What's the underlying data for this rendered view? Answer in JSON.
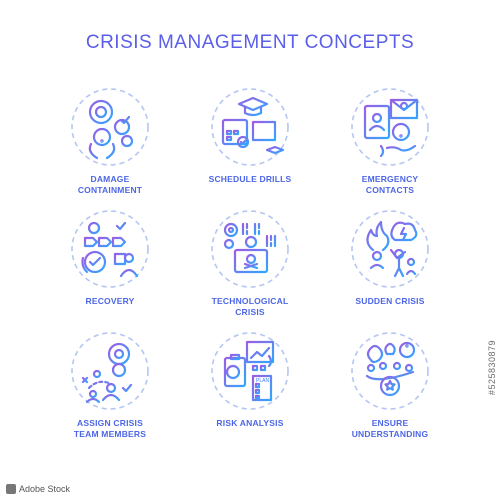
{
  "title": "CRISIS MANAGEMENT CONCEPTS",
  "colors": {
    "gradient_start": "#9b5de5",
    "gradient_end": "#3aa0ff",
    "label": "#4c66e6",
    "ring": "#b6c6f2"
  },
  "icons": [
    {
      "icon": "target-gears-alert-icon",
      "label_line1": "DAMAGE",
      "label_line2": "CONTAINMENT"
    },
    {
      "icon": "calendar-graduation-board-icon",
      "label_line1": "SCHEDULE DRILLS",
      "label_line2": ""
    },
    {
      "icon": "contact-book-envelope-icon",
      "label_line1": "EMERGENCY",
      "label_line2": "CONTACTS"
    },
    {
      "icon": "recovery-process-icon",
      "label_line1": "RECOVERY",
      "label_line2": ""
    },
    {
      "icon": "computer-virus-icon",
      "label_line1": "TECHNOLOGICAL",
      "label_line2": "CRISIS"
    },
    {
      "icon": "fire-lightning-people-icon",
      "label_line1": "SUDDEN CRISIS",
      "label_line2": ""
    },
    {
      "icon": "team-strategy-icon",
      "label_line1": "ASSIGN CRISIS",
      "label_line2": "TEAM MEMBERS"
    },
    {
      "icon": "risk-plan-chart-icon",
      "label_line1": "RISK ANALYSIS",
      "label_line2": ""
    },
    {
      "icon": "people-idea-badge-icon",
      "label_line1": "ENSURE",
      "label_line2": "UNDERSTANDING"
    }
  ],
  "stock": {
    "id": "#525830879",
    "brand": "Adobe Stock"
  }
}
